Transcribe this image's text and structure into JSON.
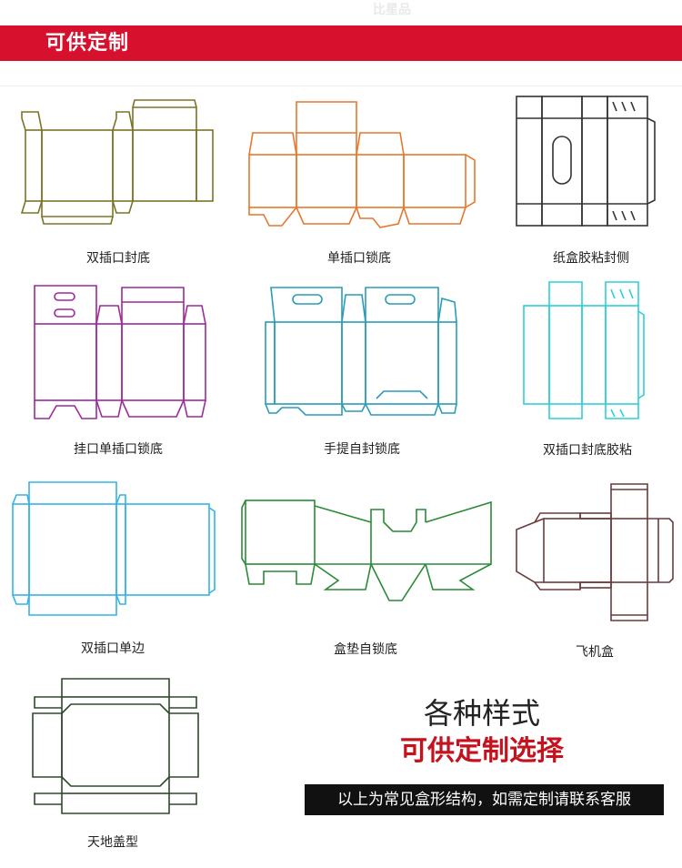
{
  "header": {
    "title": "可供定制",
    "watermark": "比星品"
  },
  "colors": {
    "header_bg": "#d7102e",
    "accent_red": "#c4121f"
  },
  "boxes": [
    {
      "label": "双插口封底",
      "color": "#7b7326"
    },
    {
      "label": "单插口锁底",
      "color": "#e8772d"
    },
    {
      "label": "纸盒胶粘封侧",
      "color": "#333333"
    },
    {
      "label": "挂口单插口锁底",
      "color": "#9b2a9b"
    },
    {
      "label": "手提自封锁底",
      "color": "#2a9bb8"
    },
    {
      "label": "双插口封底胶粘",
      "color": "#2ecfd8"
    },
    {
      "label": "双插口单边",
      "color": "#33b3e6"
    },
    {
      "label": "盒垫自锁底",
      "color": "#2a8a36"
    },
    {
      "label": "飞机盒",
      "color": "#6b3a3a"
    },
    {
      "label": "天地盖型",
      "color": "#2f4a2a"
    }
  ],
  "promo": {
    "line1": "各种样式",
    "line2": "可供定制选择"
  },
  "note": "以上为常见盒形结构，如需定制请联系客服"
}
